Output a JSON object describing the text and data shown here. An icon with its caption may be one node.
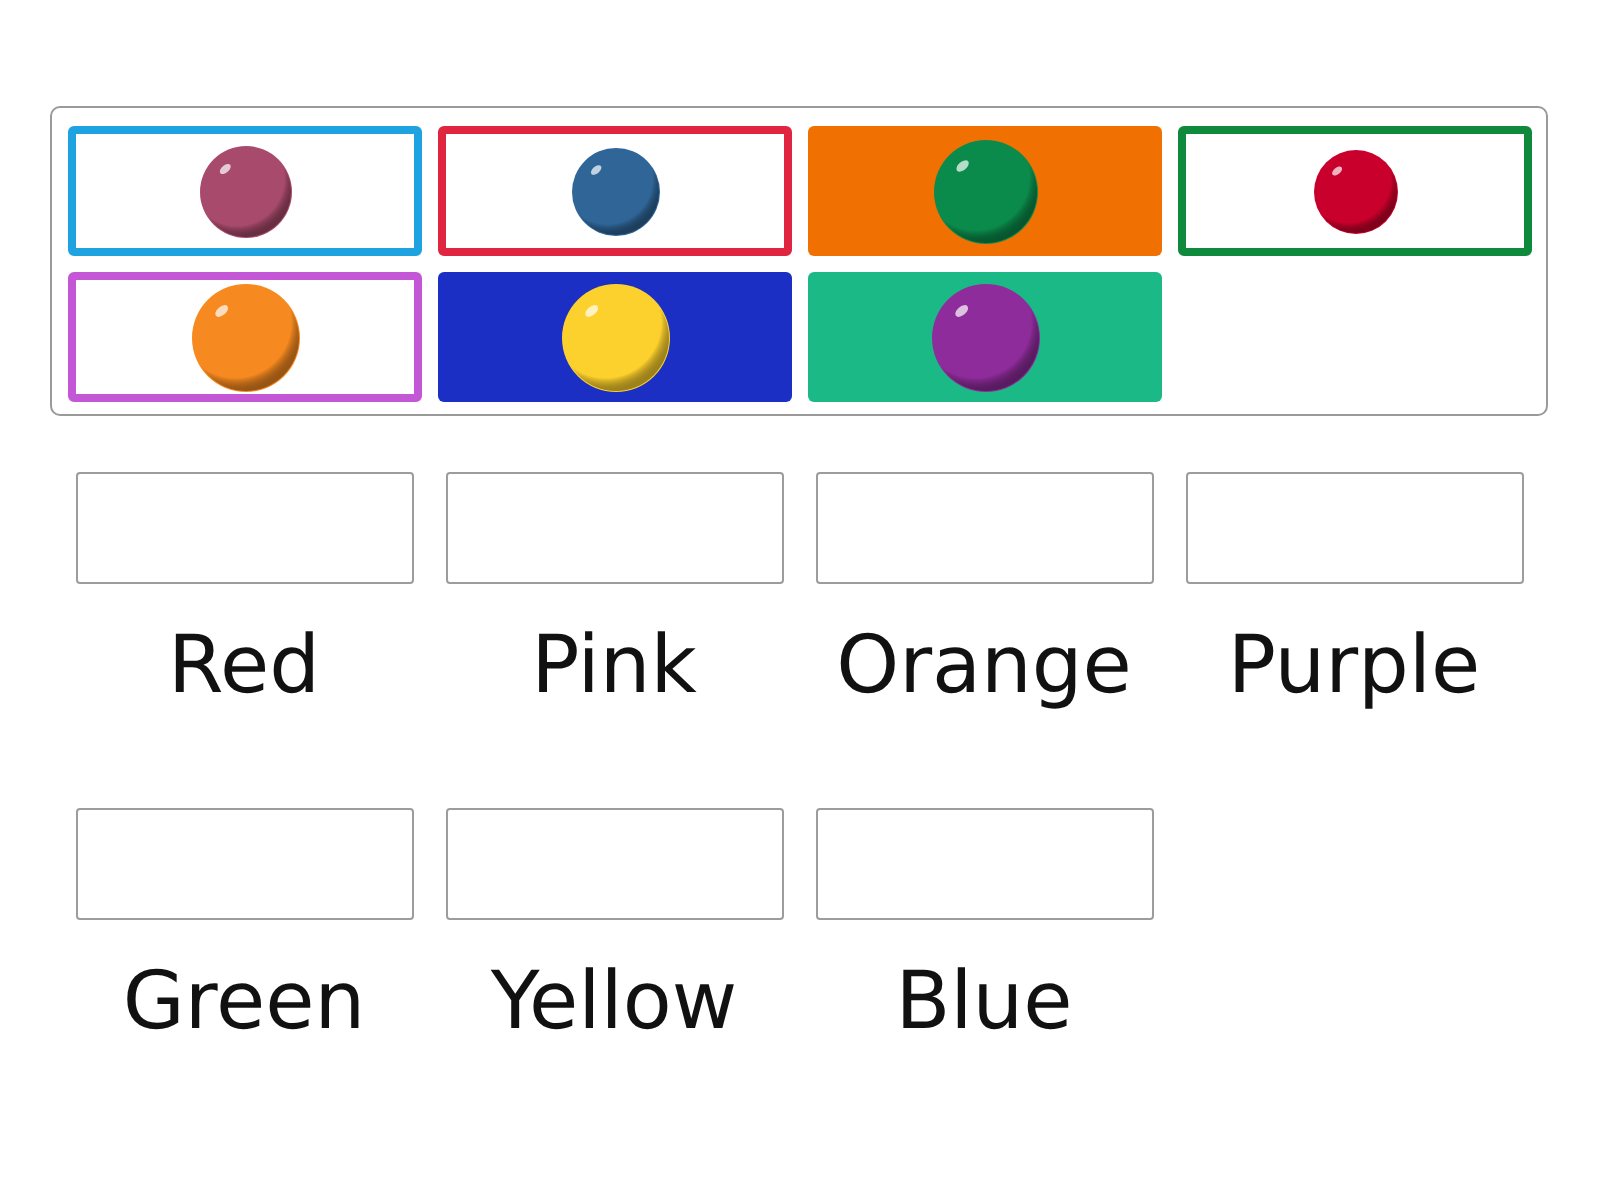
{
  "diagram": {
    "labels": [
      "Red",
      "Pink",
      "Orange",
      "Purple",
      "Green",
      "Yellow",
      "Blue"
    ]
  }
}
